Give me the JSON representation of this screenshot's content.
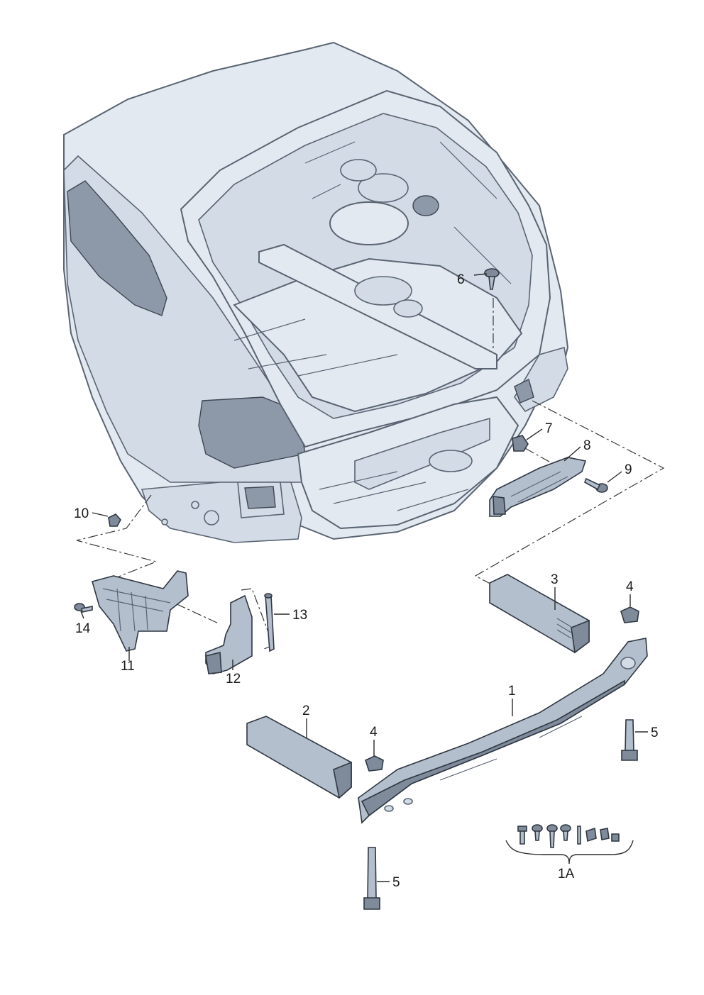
{
  "labels": {
    "l1": "1",
    "l1a": "1A",
    "l2": "2",
    "l3": "3",
    "l4a": "4",
    "l4b": "4",
    "l5a": "5",
    "l5b": "5",
    "l6": "6",
    "l7": "7",
    "l8": "8",
    "l9": "9",
    "l10": "10",
    "l11": "11",
    "l12": "12",
    "l13": "13",
    "l14": "14"
  }
}
